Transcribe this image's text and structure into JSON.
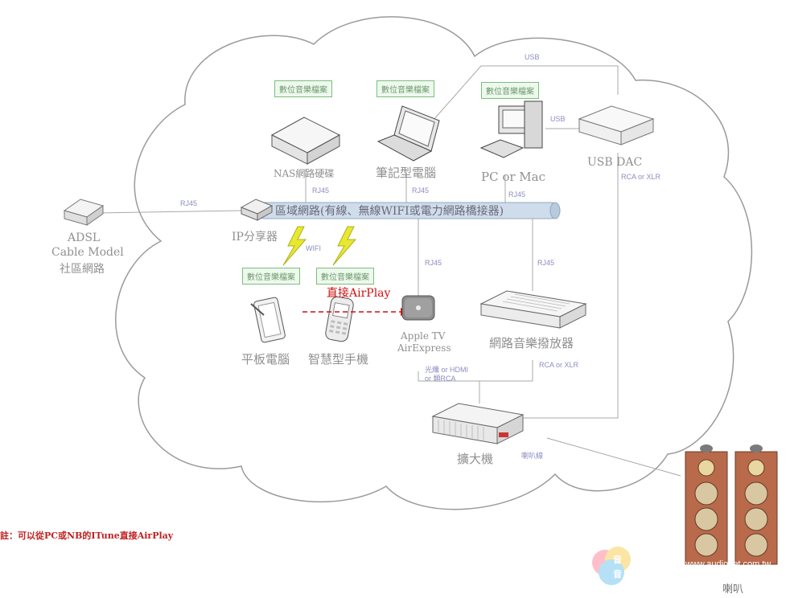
{
  "colors": {
    "cloud_stroke": "#9a9a9a",
    "line": "#a0a0a0",
    "bus": "#c8d8e8",
    "airplay": "#cc1111",
    "green_box": "#7bbf7b",
    "small_text": "#8c8cc0",
    "wifi_bolt": "#e8e830"
  },
  "bus_label": "區域網路(有線、無線WIFI或電力網路橋接器)",
  "file_tag": "數位音樂檔案",
  "devices": {
    "adsl": "ADSL",
    "cable": "Cable Model",
    "community": "社區網路",
    "ip_sharer": "IP分享器",
    "nas": "NAS網路硬碟",
    "notebook": "筆記型電腦",
    "pc": "PC or Mac",
    "usb_dac": "USB DAC",
    "tablet": "平板電腦",
    "phone": "智慧型手機",
    "apple_tv": "Apple TV",
    "airexpress": "AirExpress",
    "player": "網路音樂撥放器",
    "amp": "擴大機",
    "speakers": "喇叭"
  },
  "links": {
    "rj45": "RJ45",
    "usb": "USB",
    "wifi": "WIFI",
    "rca_xlr": "RCA or XLR",
    "optical_hdmi": "光纖 or HDMI",
    "or_rca": "or 類RCA",
    "speaker_cable": "喇叭線"
  },
  "airplay_label": "直接AirPlay",
  "note": "註：可以從PC或NB的ITune直接AirPlay",
  "watermark": {
    "cn_top": "音",
    "cn_bottom": "音",
    "url": "www.audionet.com.tw"
  }
}
